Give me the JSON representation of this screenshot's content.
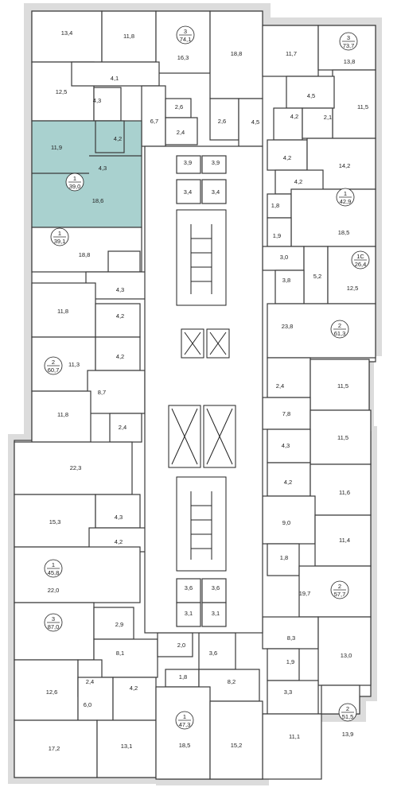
{
  "rooms": [
    {
      "id": "r1",
      "label": "13,4"
    },
    {
      "id": "r2",
      "label": "11,8"
    },
    {
      "id": "r3",
      "label": "16,3"
    },
    {
      "id": "r4",
      "label": "18,8"
    },
    {
      "id": "r5",
      "label": "11,7"
    },
    {
      "id": "r6",
      "label": "13,8"
    },
    {
      "id": "r7",
      "label": "4,1"
    },
    {
      "id": "r8",
      "label": "12,5"
    },
    {
      "id": "r9",
      "label": "4,3"
    },
    {
      "id": "r10",
      "label": "4,2"
    },
    {
      "id": "r11",
      "label": "2,6"
    },
    {
      "id": "r12",
      "label": "2,6"
    },
    {
      "id": "r13",
      "label": "6,7"
    },
    {
      "id": "r14",
      "label": "2,4"
    },
    {
      "id": "r15",
      "label": "4,5"
    },
    {
      "id": "r16",
      "label": "4,2"
    },
    {
      "id": "r17",
      "label": "2,1"
    },
    {
      "id": "r18",
      "label": "4,5"
    },
    {
      "id": "r19",
      "label": "11,5"
    },
    {
      "id": "r20",
      "label": "11,9"
    },
    {
      "id": "r21",
      "label": "4,3"
    },
    {
      "id": "r22",
      "label": "18,6"
    },
    {
      "id": "r23",
      "label": "3,9"
    },
    {
      "id": "r24",
      "label": "3,9"
    },
    {
      "id": "r25",
      "label": "3,4"
    },
    {
      "id": "r26",
      "label": "3,4"
    },
    {
      "id": "r27",
      "label": "4,2"
    },
    {
      "id": "r28",
      "label": "14,2"
    },
    {
      "id": "r29",
      "label": "4,2"
    },
    {
      "id": "r30",
      "label": "1,8"
    },
    {
      "id": "r31",
      "label": "18,5"
    },
    {
      "id": "r32",
      "label": "1,9"
    },
    {
      "id": "r33",
      "label": "18,8"
    },
    {
      "id": "r34",
      "label": "3,0"
    },
    {
      "id": "r35",
      "label": "5,2"
    },
    {
      "id": "r36",
      "label": "3,8"
    },
    {
      "id": "r37",
      "label": "12,5"
    },
    {
      "id": "r38",
      "label": "4,3"
    },
    {
      "id": "r39",
      "label": "11,8"
    },
    {
      "id": "r40",
      "label": "4,2"
    },
    {
      "id": "r41",
      "label": "23,8"
    },
    {
      "id": "r42",
      "label": "4,2"
    },
    {
      "id": "r43",
      "label": "11,3"
    },
    {
      "id": "r44",
      "label": "2,4"
    },
    {
      "id": "r45",
      "label": "11,5"
    },
    {
      "id": "r46",
      "label": "8,7"
    },
    {
      "id": "r47",
      "label": "7,8"
    },
    {
      "id": "r48",
      "label": "11,8"
    },
    {
      "id": "r49",
      "label": "2,4"
    },
    {
      "id": "r50",
      "label": "11,5"
    },
    {
      "id": "r51",
      "label": "4,3"
    },
    {
      "id": "r52",
      "label": "22,3"
    },
    {
      "id": "r53",
      "label": "4,2"
    },
    {
      "id": "r54",
      "label": "11,6"
    },
    {
      "id": "r55",
      "label": "15,3"
    },
    {
      "id": "r56",
      "label": "4,3"
    },
    {
      "id": "r57",
      "label": "9,0"
    },
    {
      "id": "r58",
      "label": "4,2"
    },
    {
      "id": "r59",
      "label": "11,4"
    },
    {
      "id": "r60",
      "label": "1,8"
    },
    {
      "id": "r61",
      "label": "22,0"
    },
    {
      "id": "r62",
      "label": "3,6"
    },
    {
      "id": "r63",
      "label": "3,6"
    },
    {
      "id": "r64",
      "label": "19,7"
    },
    {
      "id": "r65",
      "label": "3,1"
    },
    {
      "id": "r66",
      "label": "3,1"
    },
    {
      "id": "r67",
      "label": "18,5"
    },
    {
      "id": "r68",
      "label": "2,9"
    },
    {
      "id": "r69",
      "label": "8,3"
    },
    {
      "id": "r70",
      "label": "2,0"
    },
    {
      "id": "r71",
      "label": "8,1"
    },
    {
      "id": "r72",
      "label": "3,6"
    },
    {
      "id": "r73",
      "label": "1,9"
    },
    {
      "id": "r74",
      "label": "13,0"
    },
    {
      "id": "r75",
      "label": "12,6"
    },
    {
      "id": "r76",
      "label": "2,4"
    },
    {
      "id": "r77",
      "label": "4,2"
    },
    {
      "id": "r78",
      "label": "1,8"
    },
    {
      "id": "r79",
      "label": "8,2"
    },
    {
      "id": "r80",
      "label": "6,0"
    },
    {
      "id": "r81",
      "label": "3,3"
    },
    {
      "id": "r82",
      "label": "17,2"
    },
    {
      "id": "r83",
      "label": "13,1"
    },
    {
      "id": "r84",
      "label": "18,5"
    },
    {
      "id": "r85",
      "label": "15,2"
    },
    {
      "id": "r86",
      "label": "11,1"
    },
    {
      "id": "r87",
      "label": "13,9"
    }
  ],
  "apartments": [
    {
      "id": "a1",
      "rooms": "3",
      "area": "74,1"
    },
    {
      "id": "a2",
      "rooms": "3",
      "area": "73,7"
    },
    {
      "id": "a3",
      "rooms": "1",
      "area": "39,0"
    },
    {
      "id": "a4",
      "rooms": "1",
      "area": "42,9"
    },
    {
      "id": "a5",
      "rooms": "1",
      "area": "39,1"
    },
    {
      "id": "a6",
      "rooms": "1С",
      "area": "26,4"
    },
    {
      "id": "a7",
      "rooms": "2",
      "area": "61,3"
    },
    {
      "id": "a8",
      "rooms": "2",
      "area": "60,7"
    },
    {
      "id": "a9",
      "rooms": "1",
      "area": "45,8"
    },
    {
      "id": "a10",
      "rooms": "2",
      "area": "57,7"
    },
    {
      "id": "a11",
      "rooms": "3",
      "area": "87,0"
    },
    {
      "id": "a12",
      "rooms": "1",
      "area": "47,3"
    },
    {
      "id": "a13",
      "rooms": "2",
      "area": "51,5"
    }
  ],
  "colors": {
    "selected": "#a9d1cf",
    "wall": "#dcdcdc",
    "line": "#3a3a3a"
  }
}
